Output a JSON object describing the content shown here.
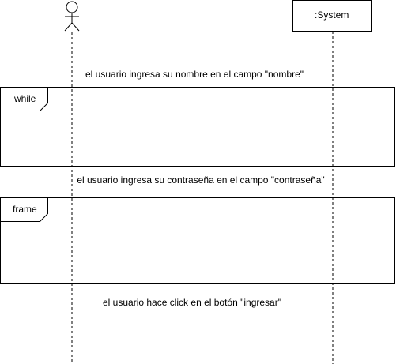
{
  "lifelines": {
    "actor": {
      "name": ""
    },
    "system": {
      "name": ":System"
    }
  },
  "frames": [
    {
      "label": "while"
    },
    {
      "label": "frame"
    }
  ],
  "messages": [
    {
      "text": "el usuario ingresa su nombre en el campo \"nombre\""
    },
    {
      "text": "el usuario ingresa su contraseña en el campo \"contraseña\""
    },
    {
      "text": "el usuario hace click en el botón \"ingresar\""
    }
  ],
  "colors": {
    "stroke": "#000000",
    "background": "#ffffff"
  }
}
